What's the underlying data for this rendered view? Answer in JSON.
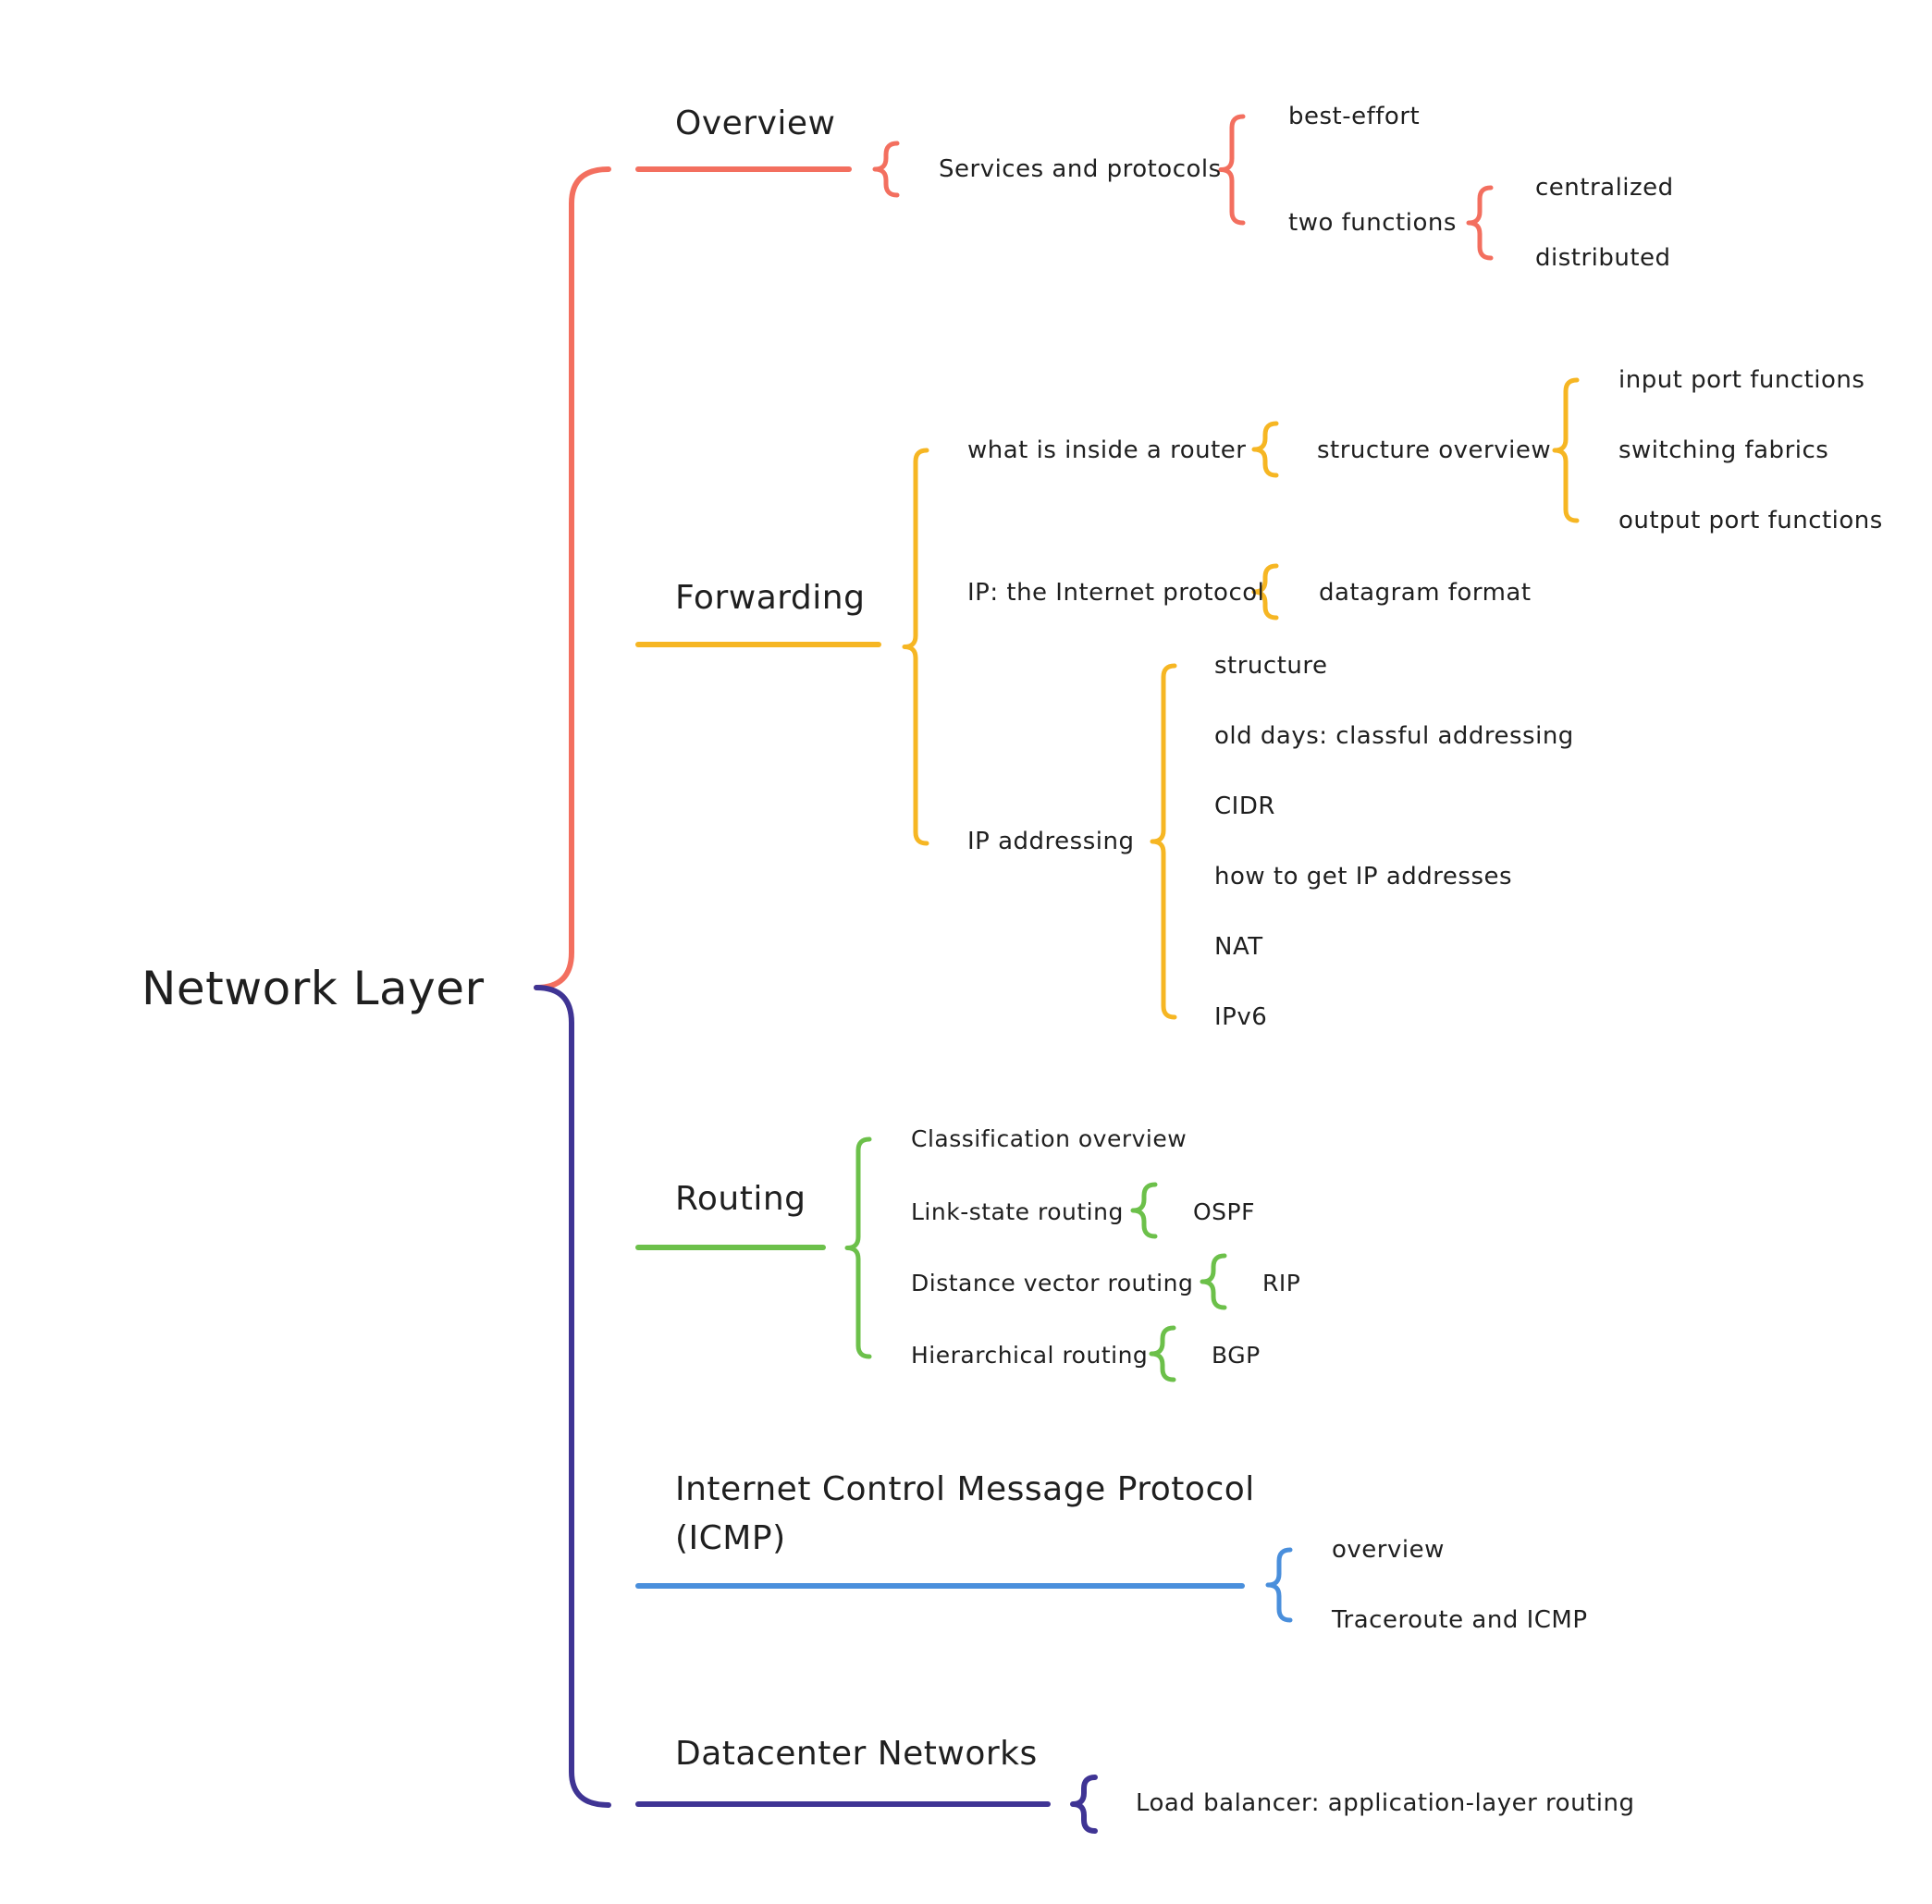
{
  "colors": {
    "overview": "#f36f5f",
    "forwarding": "#f6b623",
    "routing": "#6cc04a",
    "icmp": "#4a8fdc",
    "datacenter": "#3f3494"
  },
  "root": {
    "label": "Network Layer"
  },
  "overview": {
    "title": "Overview",
    "services": "Services and protocols",
    "best_effort": "best-effort",
    "two_functions": "two functions",
    "centralized": "centralized",
    "distributed": "distributed"
  },
  "forwarding": {
    "title": "Forwarding",
    "router": "what is inside a router",
    "structure_overview": "structure overview",
    "input_port": "input port functions",
    "switching": "switching fabrics",
    "output_port": "output port functions",
    "ip": "IP: the Internet protocol",
    "datagram": "datagram format",
    "addressing": "IP addressing",
    "addr_items": [
      "structure",
      "old days: classful addressing",
      "CIDR",
      "how to get IP addresses",
      "NAT",
      "IPv6"
    ]
  },
  "routing": {
    "title": "Routing",
    "classification": "Classification overview",
    "link_state": "Link-state routing",
    "ospf": "OSPF",
    "distance_vector": "Distance vector routing",
    "rip": "RIP",
    "hierarchical": "Hierarchical routing",
    "bgp": "BGP"
  },
  "icmp": {
    "title_line1": "Internet Control Message Protocol",
    "title_line2": "(ICMP)",
    "overview": "overview",
    "traceroute": "Traceroute and ICMP"
  },
  "datacenter": {
    "title": "Datacenter Networks",
    "load_balancer": "Load balancer: application-layer routing"
  }
}
